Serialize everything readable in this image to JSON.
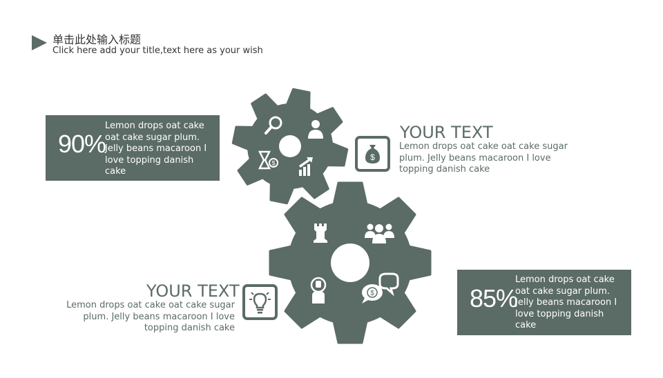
{
  "header": {
    "title": "单击此处输入标题",
    "subtitle": "Click here add your title,text here as your wish"
  },
  "left_box": {
    "percent": "90%",
    "text": "Lemon drops oat cake oat cake sugar plum. Jelly beans macaroon I love topping danish cake"
  },
  "right_box": {
    "percent": "85%",
    "text": "Lemon drops oat cake oat cake sugar plum. Jelly beans macaroon I love topping danish cake"
  },
  "top_callout": {
    "heading": "YOUR TEXT",
    "body": "Lemon drops oat cake oat cake sugar plum. Jelly beans macaroon I love topping danish cake",
    "icon": "money-bag-icon"
  },
  "bottom_callout": {
    "heading": "YOUR TEXT",
    "body": "Lemon drops oat cake oat cake sugar plum. Jelly beans macaroon I love topping danish cake",
    "icon": "lightbulb-icon"
  },
  "small_gear_icons": [
    "magnifier-icon",
    "person-icon",
    "hourglass-dollar-icon",
    "growth-chart-icon"
  ],
  "big_gear_icons": [
    "chess-rook-icon",
    "team-icon",
    "idea-person-icon",
    "chat-dollar-icon"
  ],
  "colors": {
    "accent": "#5b6b66",
    "background": "#ffffff",
    "text_dark": "#333333"
  }
}
